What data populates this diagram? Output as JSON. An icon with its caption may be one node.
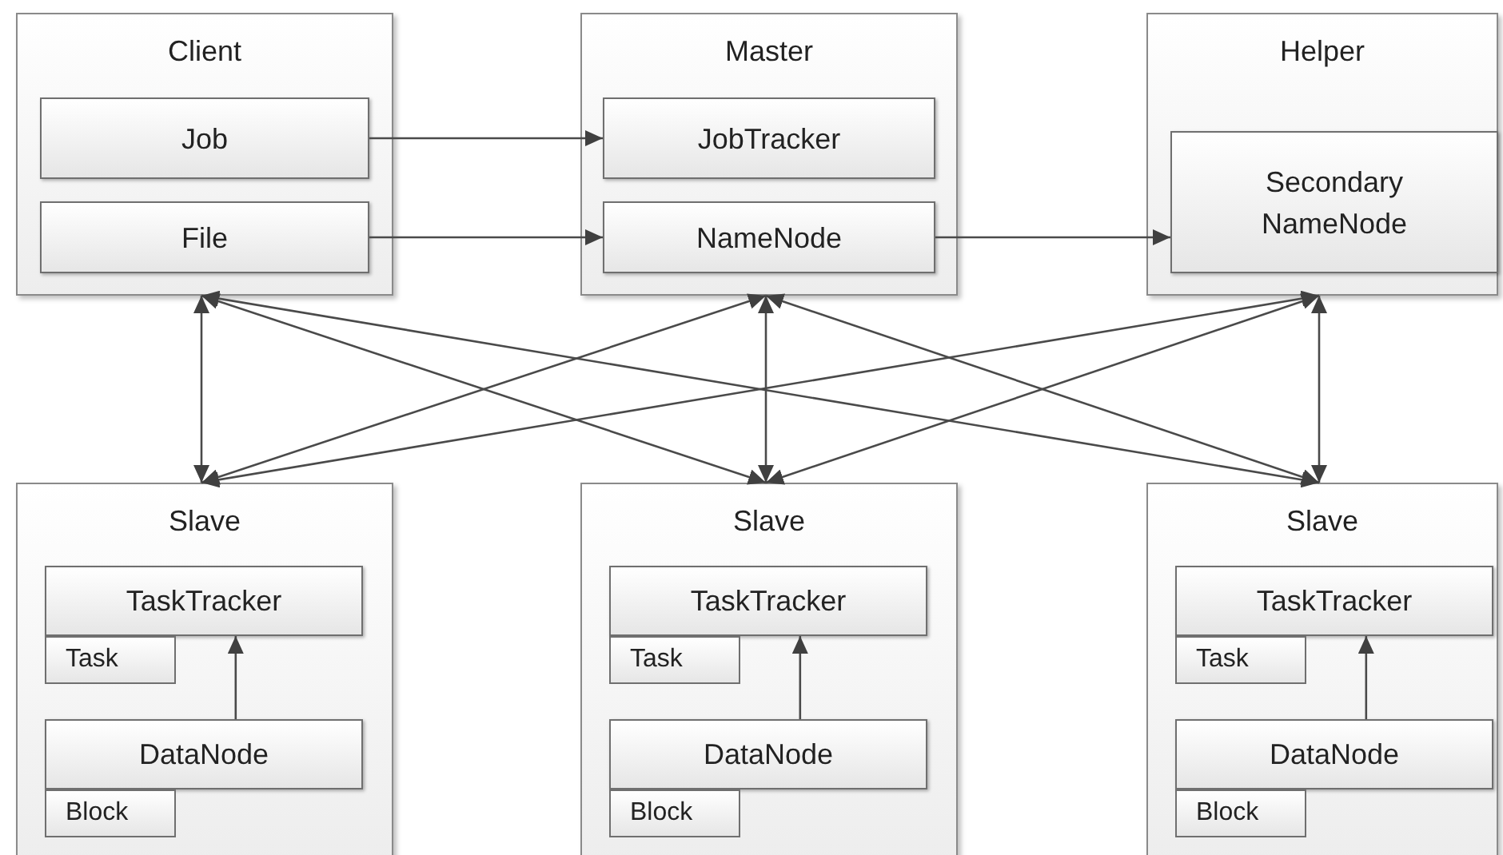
{
  "diagram": {
    "nodes": [
      {
        "text": [
          "Client"
        ]
      },
      {
        "text": [
          "Job"
        ],
        "in": 0
      },
      {
        "text": [
          "File"
        ],
        "in": 0
      },
      {
        "text": [
          "Master"
        ]
      },
      {
        "text": [
          "JobTracker"
        ],
        "in": 3
      },
      {
        "text": [
          "NameNode"
        ],
        "in": 3
      },
      {
        "text": [
          "Helper"
        ]
      },
      {
        "text": [
          "Secondary NameNode"
        ],
        "in": 6
      },
      {
        "text": [
          "Slave"
        ]
      },
      {
        "text": [
          "TaskTracker"
        ],
        "in": 8
      },
      {
        "text": [
          "Task"
        ],
        "in": 8
      },
      {
        "text": [
          "DataNode"
        ],
        "in": 8
      },
      {
        "text": [
          "Block"
        ],
        "in": 8
      },
      {
        "text": [
          "Slave"
        ]
      },
      {
        "text": [
          "TaskTracker"
        ],
        "in": 13
      },
      {
        "text": [
          "Task"
        ],
        "in": 13
      },
      {
        "text": [
          "DataNode"
        ],
        "in": 13
      },
      {
        "text": [
          "Block"
        ],
        "in": 13
      },
      {
        "text": [
          "Slave"
        ]
      },
      {
        "text": [
          "TaskTracker"
        ],
        "in": 18
      },
      {
        "text": [
          "Task"
        ],
        "in": 18
      },
      {
        "text": [
          "DataNode"
        ],
        "in": 18
      },
      {
        "text": [
          "Block"
        ],
        "in": 18
      }
    ],
    "edges": [
      {
        "from": 1,
        "to": 4,
        "arrow": "to"
      },
      {
        "from": 2,
        "to": 5,
        "arrow": "to"
      },
      {
        "from": 5,
        "to": 7,
        "arrow": "to"
      },
      {
        "from": 0,
        "to": 8,
        "arrow": "both"
      },
      {
        "from": 0,
        "to": 13,
        "arrow": "both"
      },
      {
        "from": 0,
        "to": 18,
        "arrow": "both"
      },
      {
        "from": 3,
        "to": 8,
        "arrow": "both"
      },
      {
        "from": 3,
        "to": 13,
        "arrow": "both"
      },
      {
        "from": 3,
        "to": 18,
        "arrow": "both"
      },
      {
        "from": 6,
        "to": 8,
        "arrow": "both"
      },
      {
        "from": 6,
        "to": 13,
        "arrow": "both"
      },
      {
        "from": 6,
        "to": 18,
        "arrow": "both"
      },
      {
        "from": 11,
        "to": 9,
        "arrow": "to"
      },
      {
        "from": 16,
        "to": 14,
        "arrow": "to"
      },
      {
        "from": 21,
        "to": 19,
        "arrow": "to"
      }
    ]
  }
}
